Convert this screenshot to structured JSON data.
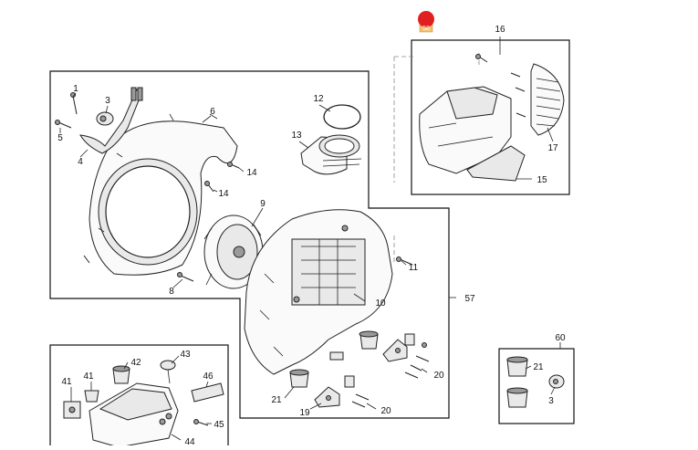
{
  "diagram": {
    "callouts": {
      "c1": "1",
      "c3": "3",
      "c4": "4",
      "c5": "5",
      "c6": "6",
      "c8": "8",
      "c9": "9",
      "c10": "10",
      "c11": "11",
      "c12": "12",
      "c13": "13",
      "c14a": "14",
      "c14b": "14",
      "c15": "15",
      "c16": "16",
      "c17": "17",
      "c19": "19",
      "c20a": "20",
      "c20b": "20",
      "c21a": "21",
      "c21b": "21",
      "c3b": "3",
      "c41a": "41",
      "c41b": "41",
      "c42": "42",
      "c43": "43",
      "c44": "44",
      "c45": "45",
      "c46": "46",
      "c57": "57",
      "c60": "60"
    },
    "marker_label": "58",
    "colors": {
      "marker_fill": "#e02020",
      "marker_tag": "#f3c070",
      "outline": "#111111"
    }
  }
}
